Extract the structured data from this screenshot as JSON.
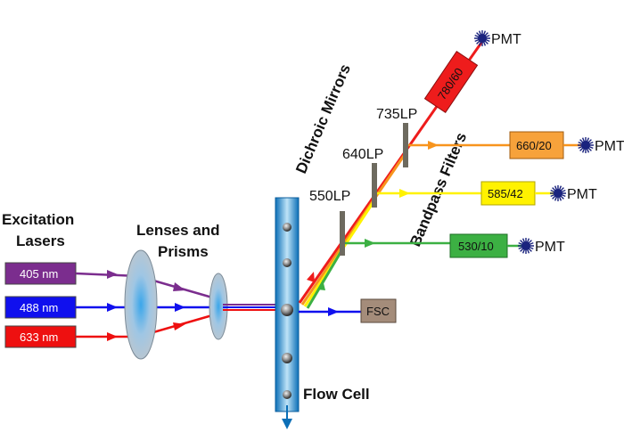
{
  "labels": {
    "excitation_line1": "Excitation",
    "excitation_line2": "Lasers",
    "lenses_line1": "Lenses and",
    "lenses_line2": "Prisms",
    "dichroic": "Dichroic Mirrors",
    "bandpass": "Bandpass Filters",
    "flow_cell": "Flow Cell"
  },
  "lasers": [
    {
      "label": "405 nm",
      "color": "#7b2d8e"
    },
    {
      "label": "488 nm",
      "color": "#1010ee"
    },
    {
      "label": "633 nm",
      "color": "#ee1010"
    }
  ],
  "mirrors": [
    {
      "label": "550LP"
    },
    {
      "label": "640LP"
    },
    {
      "label": "735LP"
    }
  ],
  "filters": [
    {
      "label": "530/10",
      "color": "#3cb043"
    },
    {
      "label": "585/42",
      "color": "#fff200"
    },
    {
      "label": "660/20",
      "color": "#f7a23b"
    },
    {
      "label": "780/60",
      "color": "#ee1c1c"
    }
  ],
  "detectors": {
    "pmt": "PMT",
    "fsc": "FSC"
  }
}
